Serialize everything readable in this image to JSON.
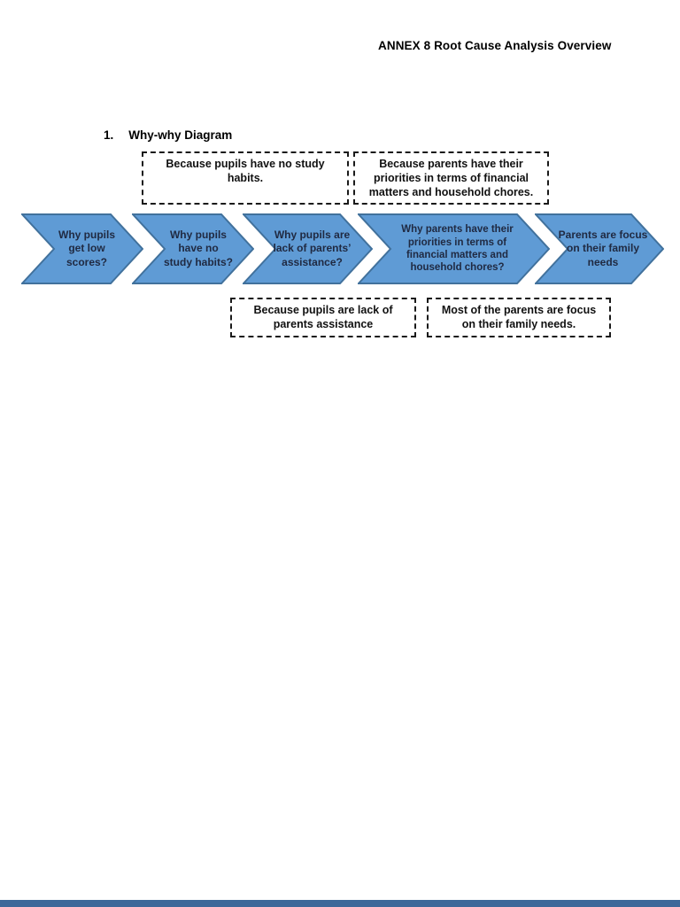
{
  "page": {
    "title": "ANNEX 8 Root Cause Analysis Overview",
    "section_number": "1.",
    "section_heading": "Why-why Diagram"
  },
  "colors": {
    "arrow_fill": "#5f9bd5",
    "arrow_border": "#41719c",
    "arrow_text": "#202a42",
    "box_border": "#1a1a1a",
    "footer_bar": "#3d6899"
  },
  "diagram": {
    "top_boxes": [
      {
        "text": "Because pupils have no study\nhabits."
      },
      {
        "text": "Because parents have their\npriorities in terms of financial\nmatters and household chores."
      }
    ],
    "arrows": [
      {
        "text": "Why pupils\nget low\nscores?"
      },
      {
        "text": "Why pupils\nhave no\nstudy habits?"
      },
      {
        "text": "Why pupils are\nlack of parents’\nassistance?"
      },
      {
        "text": "Why parents have their\npriorities in terms of\nfinancial matters and\nhousehold chores?"
      },
      {
        "text": "Parents are focus\non their family\nneeds"
      }
    ],
    "bottom_boxes": [
      {
        "text": "Because pupils are lack of\nparents assistance"
      },
      {
        "text": "Most of the parents are focus\non their family needs."
      }
    ]
  }
}
